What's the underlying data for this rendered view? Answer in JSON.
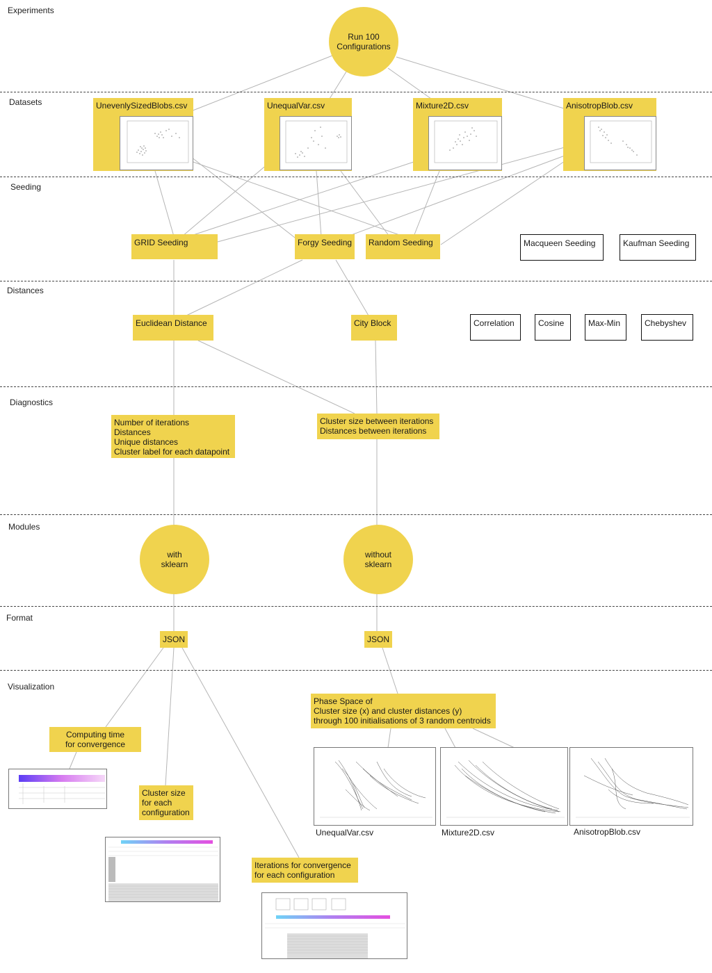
{
  "sections": {
    "experiments": "Experiments",
    "datasets": "Datasets",
    "seeding": "Seeding",
    "distances": "Distances",
    "diagnostics": "Diagnostics",
    "modules": "Modules",
    "format": "Format",
    "visualization": "Visualization"
  },
  "root": {
    "label": "Run 100\nConfigurations"
  },
  "datasets": [
    "UnevenlySizedBlobs.csv",
    "UnequalVar.csv",
    "Mixture2D.csv",
    "AnisotropBlob.csv"
  ],
  "seeding": {
    "grid": "GRID Seeding",
    "forgy": "Forgy Seeding",
    "random": "Random Seeding",
    "macqueen": "Macqueen Seeding",
    "kaufman": "Kaufman Seeding"
  },
  "distances": {
    "euclidean": "Euclidean Distance",
    "cityblock": "City Block",
    "correlation": "Correlation",
    "cosine": "Cosine",
    "maxmin": "Max-Min",
    "chebyshev": "Chebyshev"
  },
  "diagnostics": {
    "left": "Number of iterations\nDistances\nUnique distances\nCluster label for each datapoint",
    "right": "Cluster size between iterations\nDistances between iterations"
  },
  "modules": {
    "with": "with\nsklearn",
    "without": "without\nsklearn"
  },
  "format": {
    "left": "JSON",
    "right": "JSON"
  },
  "visualization": {
    "computing_time": "Computing time\nfor convergence",
    "cluster_size": "Cluster size\nfor each\nconfiguration",
    "iterations": "Iterations for convergence\nfor each configuration",
    "phase_space": "Phase Space of\nCluster size (x) and cluster distances (y)\nthrough 100 initialisations of 3 random centroids",
    "phase_captions": [
      "UnequalVar.csv",
      "Mixture2D.csv",
      "AnisotropBlob.csv"
    ]
  },
  "colors": {
    "node_fill": "#f0d34e",
    "edge": "#b5b5b5",
    "divider": "#444444"
  }
}
